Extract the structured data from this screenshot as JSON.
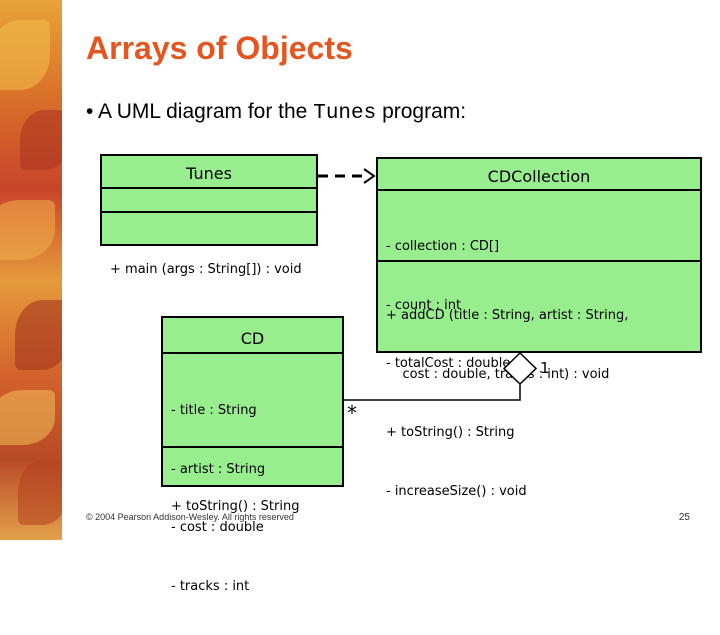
{
  "slide": {
    "title": "Arrays of Objects",
    "bullet": {
      "marker": "•",
      "prefix": "A UML diagram for the",
      "code": "Tunes",
      "suffix": "program:"
    }
  },
  "diagram": {
    "tunes": {
      "name": "Tunes",
      "attributes": [],
      "operations": [
        "+ main (args : String[]) : void"
      ]
    },
    "cdcollection": {
      "name": "CDCollection",
      "attributes": [
        "- collection : CD[]",
        "- count : int",
        "- totalCost : double"
      ],
      "operations": [
        "+ addCD (title : String, artist : String,",
        "    cost : double, tracks : int) : void",
        "+ toString() : String",
        "- increaseSize() : void"
      ]
    },
    "cd": {
      "name": "CD",
      "attributes": [
        "- title : String",
        "- artist : String",
        "- cost : double",
        "- tracks : int"
      ],
      "operations": [
        "+ toString() : String"
      ]
    },
    "multiplicity_collection": "1",
    "multiplicity_cd": "*"
  },
  "footer": {
    "copyright": "© 2004 Pearson Addison-Wesley. All rights reserved",
    "page": "25"
  },
  "colors": {
    "title": "#e4561f",
    "uml_fill": "#98ee8e"
  }
}
